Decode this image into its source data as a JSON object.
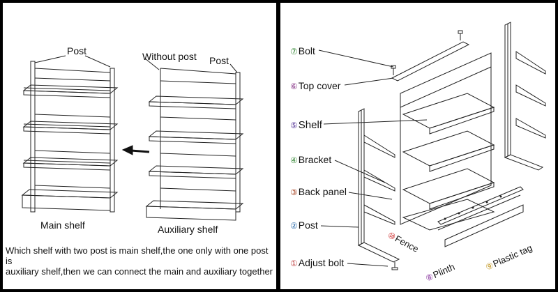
{
  "left": {
    "label_post_1": "Post",
    "label_without_post": "Without post",
    "label_post_2": "Post",
    "label_main_shelf": "Main shelf",
    "label_auxiliary_shelf": "Auxiliary shelf",
    "caption_line1": "Which shelf with two post is main shelf,the one only with one post is",
    "caption_line2": "auxiliary shelf,then we can connect the main and auxiliary together"
  },
  "right": {
    "parts": [
      {
        "num": "⑦",
        "name": "Bolt",
        "color": "#3a8a3a"
      },
      {
        "num": "⑥",
        "name": "Top cover",
        "color": "#8a3a8a"
      },
      {
        "num": "⑤",
        "name": "Shelf",
        "color": "#5a3a9a"
      },
      {
        "num": "④",
        "name": "Bracket",
        "color": "#3a8a3a"
      },
      {
        "num": "③",
        "name": "Back panel",
        "color": "#aa4a2a"
      },
      {
        "num": "②",
        "name": "Post",
        "color": "#2a6aaa"
      },
      {
        "num": "①",
        "name": "Adjust bolt",
        "color": "#c44a4a"
      },
      {
        "num": "⑩",
        "name": "Fence",
        "color": "#cc2a2a"
      },
      {
        "num": "⑧",
        "name": "Plinth",
        "color": "#8a3aa0"
      },
      {
        "num": "⑨",
        "name": "Plastic tag",
        "color": "#c49a2a"
      }
    ]
  }
}
